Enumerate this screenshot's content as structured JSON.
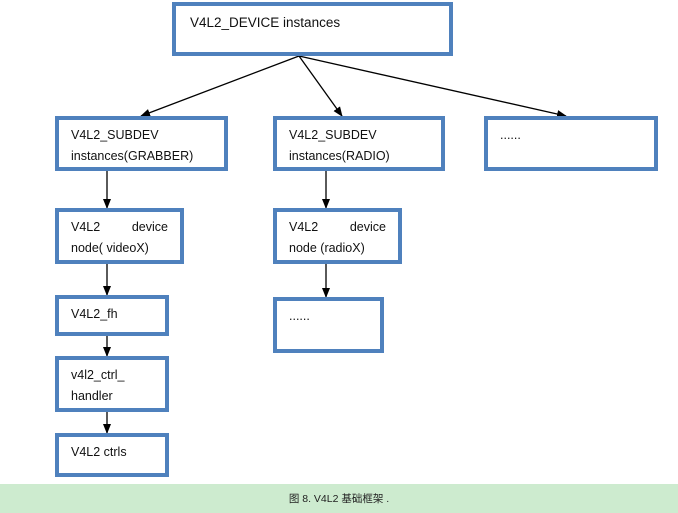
{
  "diagram": {
    "root": {
      "text": "V4L2_DEVICE instances"
    },
    "subdev_grabber": {
      "line1": "V4L2_SUBDEV",
      "line2": "instances(GRABBER)"
    },
    "subdev_radio": {
      "line1": "V4L2_SUBDEV",
      "line2": "instances(RADIO)"
    },
    "subdev_more": {
      "text": "......"
    },
    "node_video": {
      "line1": "V4L2      device",
      "line2": "node( videoX)"
    },
    "node_radio": {
      "line1": "V4L2      device",
      "line2": "node (radioX)"
    },
    "fh": {
      "text": "V4L2_fh"
    },
    "radio_more": {
      "text": "......"
    },
    "ctrl_handler": {
      "line1": "v4l2_ctrl_",
      "line2": "handler"
    },
    "ctrls": {
      "text": "V4L2 ctrls"
    }
  },
  "caption": {
    "text": "图 8. V4L2 基础框架 ."
  },
  "colors": {
    "box_border": "#4f81bd",
    "caption_bg": "#cdebcf",
    "arrow": "#000000"
  }
}
